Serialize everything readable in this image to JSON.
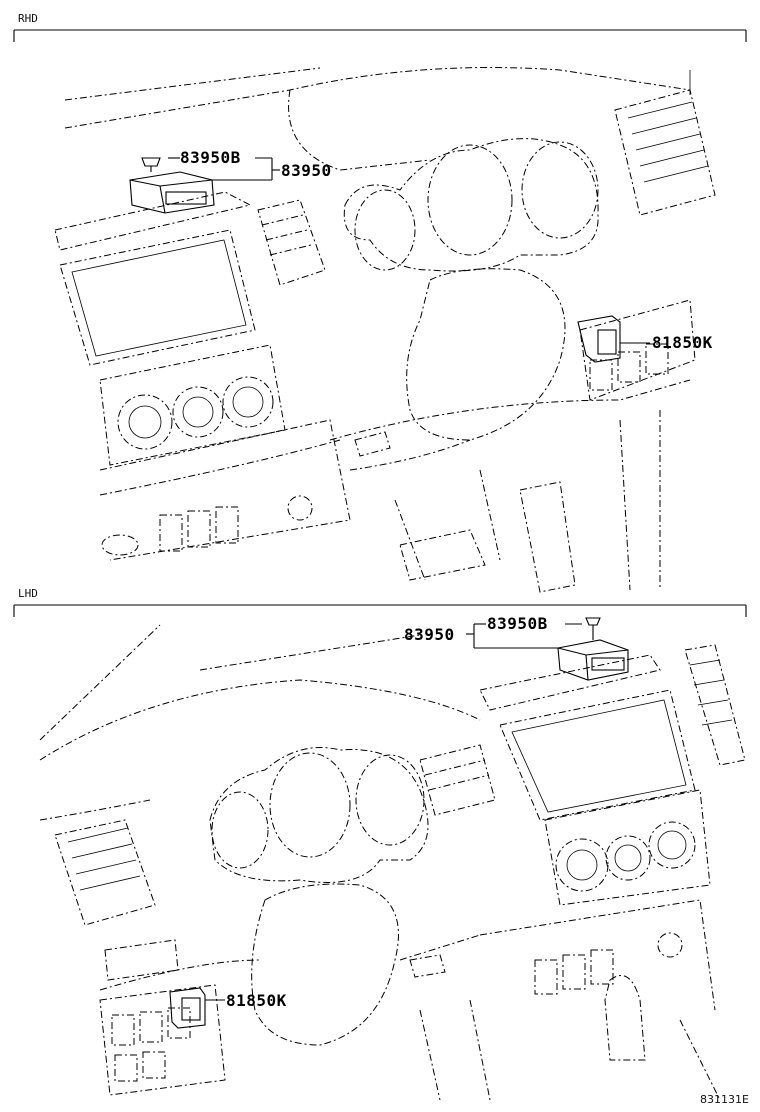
{
  "panels": [
    {
      "label": "RHD"
    },
    {
      "label": "LHD"
    }
  ],
  "callouts": {
    "rhd": {
      "clip": "83950B",
      "switch": "83950",
      "mirror_switch": "81850K"
    },
    "lhd": {
      "clip": "83950B",
      "switch": "83950",
      "mirror_switch": "81850K"
    }
  },
  "figure_code": "831131E"
}
